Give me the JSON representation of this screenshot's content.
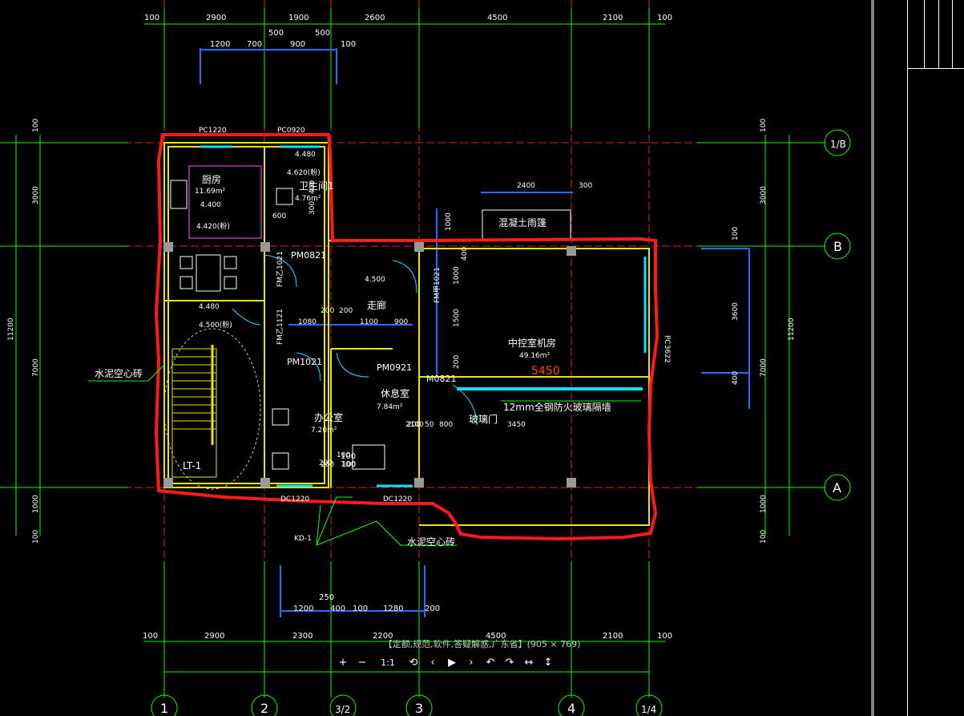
{
  "drawing": {
    "top_dims": [
      "100",
      "2900",
      "1900",
      "2600",
      "4500",
      "2100",
      "100"
    ],
    "top_sub_dims": [
      "500",
      "500"
    ],
    "top_detail_dims": [
      "1200",
      "700",
      "900",
      "100"
    ],
    "bottom_dims": [
      "100",
      "2900",
      "2300",
      "2200",
      "4500",
      "2100",
      "100"
    ],
    "bottom_detail_dims": [
      "1200",
      "400",
      "100",
      "1280",
      "200"
    ],
    "bottom_extra_dims": [
      "250",
      "100",
      "100"
    ],
    "left_dims": [
      "100",
      "3000",
      "11200",
      "7000",
      "1000",
      "100"
    ],
    "right_dims": [
      "100",
      "3000",
      "11200",
      "7000",
      "1000",
      "100"
    ],
    "right_inner_dims": [
      "100",
      "3600",
      "400"
    ],
    "axis_rows": [
      "1/B",
      "B",
      "A"
    ],
    "axis_cols": [
      "1",
      "2",
      "3/2",
      "3",
      "4",
      "1/4"
    ],
    "rooms": {
      "kitchen": "厨房",
      "bathroom": "卫生间1",
      "corridor": "走廊",
      "office": "办公室",
      "rest_room": "休息室",
      "control_room": "中控室机房",
      "canopy": "混凝土雨篷",
      "stair": "LT-1"
    },
    "room_areas": {
      "kitchen": "11.69m²",
      "bathroom": "4.76m²",
      "control_room": "49.16m²",
      "office": "7.20m²",
      "rest_room": "7.84m²"
    },
    "door_labels": [
      "PC1220",
      "PC0920",
      "PM0821",
      "FM乙1021",
      "FM乙1121",
      "PM1021",
      "PM0921",
      "M0821",
      "FM甲1021",
      "DC1220",
      "DC1220",
      "PC3622"
    ],
    "level_marks": [
      "4.480",
      "4.620(粉)",
      "4.400",
      "4.420(粉)",
      "4.500",
      "4.480",
      "4.500(粉)"
    ],
    "annotations": {
      "cement_wall_left": "水泥空心砖",
      "cement_wall_bottom": "水泥空心砖",
      "glass_wall": "12mm全钢防火玻璃隔墙",
      "glass_door": "玻璃门",
      "kd": "KD-1"
    },
    "red_dim": "5450",
    "inner_dims": {
      "corridor": [
        "200",
        "200",
        "1080",
        "1100",
        "900",
        "200",
        "200"
      ],
      "canopy": [
        "2400",
        "300"
      ],
      "glass": [
        "2100",
        "50",
        "800",
        "3450"
      ],
      "control_v": [
        "400",
        "1000",
        "1500",
        "200"
      ],
      "bath_v": [
        "1000",
        "400",
        "300",
        "600"
      ],
      "office": [
        "100",
        "200",
        "100"
      ]
    },
    "colors": {
      "background": "#000000",
      "axis_line": "#dd2222",
      "wall": "#e6e600",
      "dimension": "#00ff00",
      "annotation": "#00e5ff",
      "markup": "#ff1a1a",
      "red_dim": "#ff4d00"
    }
  },
  "viewer": {
    "caption": "【定额,规范,软件,答疑解惑,广东省】(905 × 769)",
    "zoom": "1:1",
    "buttons": {
      "zoom_in": "+",
      "zoom_out": "−",
      "reset": "⟲",
      "prev": "‹",
      "play": "▶",
      "next": "›",
      "rotate_left": "↶",
      "rotate_right": "↷",
      "fit_width": "↔",
      "fit_height": "↕"
    }
  }
}
